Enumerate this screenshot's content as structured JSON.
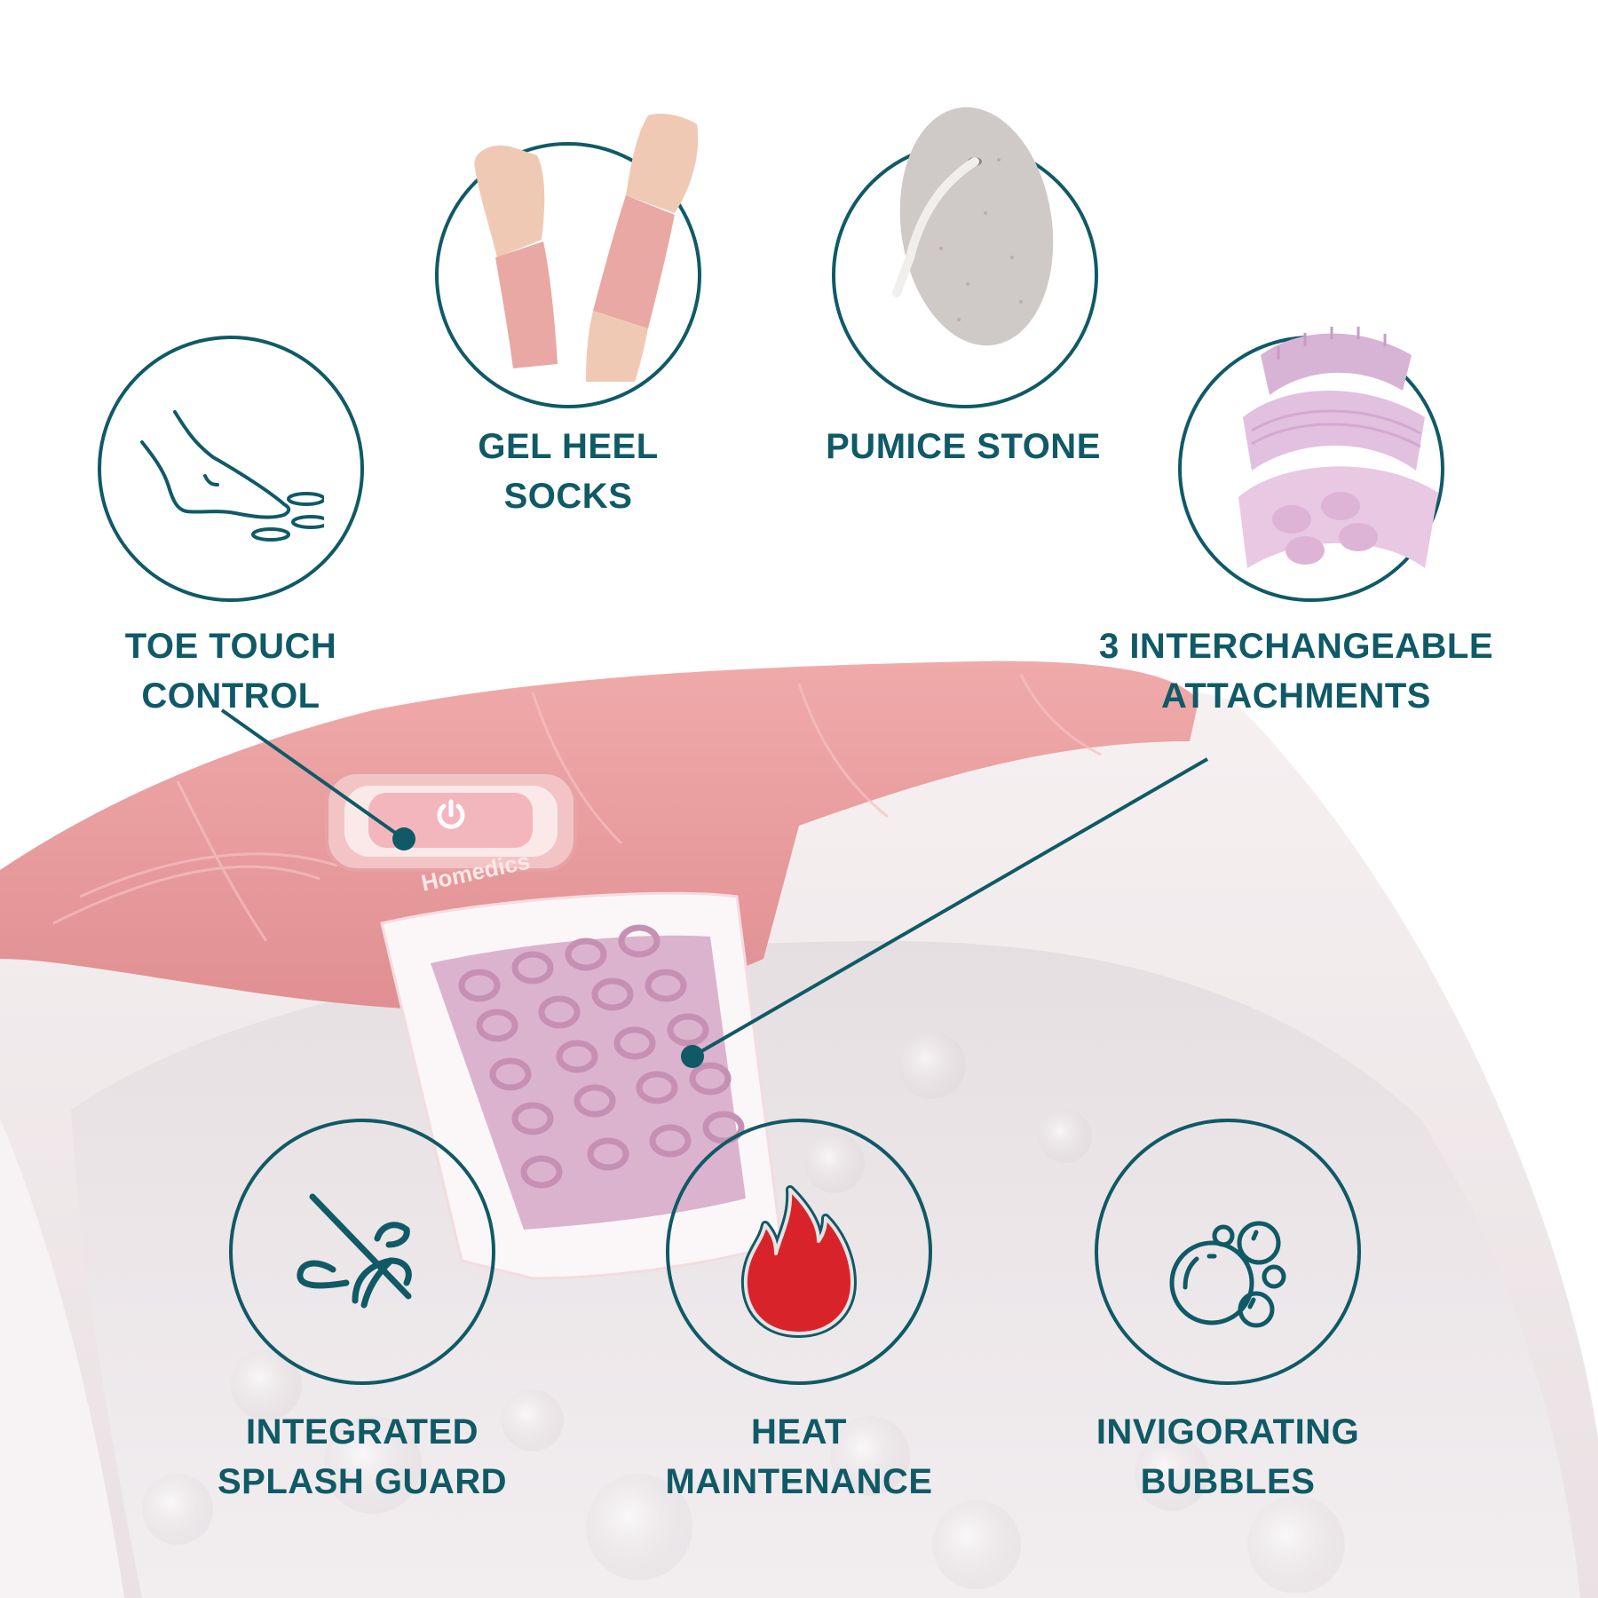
{
  "theme": {
    "accent": "#0f5a66",
    "tub_pink": "#e79a9c",
    "mat_lilac": "#dcb3cf",
    "flame_red": "#d9232a",
    "background": "#ffffff"
  },
  "product": {
    "brand": "Homedics",
    "power_icon": "power-icon"
  },
  "features": [
    {
      "id": "toe-touch",
      "label_line1": "TOE TOUCH",
      "label_line2": "CONTROL",
      "icon": "foot-touch-icon"
    },
    {
      "id": "gel-socks",
      "label_line1": "GEL HEEL",
      "label_line2": "SOCKS",
      "icon": "gel-sock-photo"
    },
    {
      "id": "pumice",
      "label_line1": "PUMICE STONE",
      "label_line2": "",
      "icon": "pumice-stone-photo"
    },
    {
      "id": "attachments",
      "label_line1": "3 INTERCHANGEABLE",
      "label_line2": "ATTACHMENTS",
      "icon": "attachments-photo"
    },
    {
      "id": "splash-guard",
      "label_line1": "INTEGRATED",
      "label_line2": "SPLASH GUARD",
      "icon": "no-splash-icon"
    },
    {
      "id": "heat",
      "label_line1": "HEAT",
      "label_line2": "MAINTENANCE",
      "icon": "flame-icon"
    },
    {
      "id": "bubbles",
      "label_line1": "INVIGORATING",
      "label_line2": "BUBBLES",
      "icon": "bubbles-icon"
    }
  ]
}
